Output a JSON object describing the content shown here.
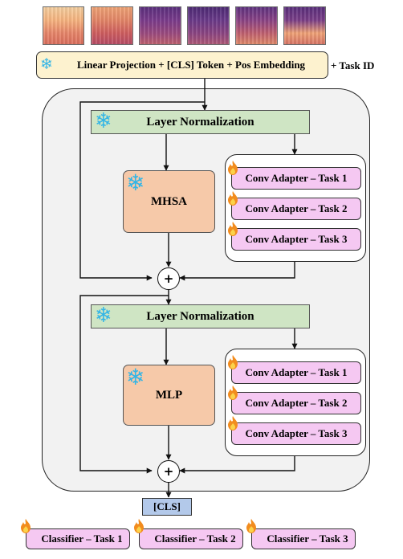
{
  "spectrograms": [
    {
      "colors": [
        "#f8b580",
        "#e8866a",
        "#f4cfa0",
        "#dc6f5e"
      ]
    },
    {
      "colors": [
        "#e58768",
        "#d05e60",
        "#f0a476",
        "#b84d67"
      ]
    },
    {
      "colors": [
        "#7a3b8c",
        "#9b4a80",
        "#5b2f7e",
        "#c06270"
      ]
    },
    {
      "colors": [
        "#6a3a8a",
        "#8c4583",
        "#4e2b75",
        "#b05a78"
      ]
    },
    {
      "colors": [
        "#8a4386",
        "#c06070",
        "#5f3280",
        "#e08a6a"
      ]
    },
    {
      "colors": [
        "#7a3e88",
        "#f0a276",
        "#5a2f7c",
        "#d87566"
      ]
    }
  ],
  "projection": {
    "label": "Linear Projection + [CLS] Token + Pos Embedding"
  },
  "task_id": {
    "label": "+ Task ID"
  },
  "layer_norm_1": {
    "label": "Layer Normalization"
  },
  "layer_norm_2": {
    "label": "Layer Normalization"
  },
  "mhsa": {
    "label": "MHSA"
  },
  "mlp": {
    "label": "MLP"
  },
  "adapters_1": [
    "Conv Adapter – Task 1",
    "Conv Adapter – Task 2",
    "Conv Adapter – Task 3"
  ],
  "adapters_2": [
    "Conv Adapter – Task 1",
    "Conv Adapter – Task 2",
    "Conv Adapter – Task 3"
  ],
  "plus_sign": "+",
  "cls_token": {
    "label": "[CLS]"
  },
  "classifiers": [
    "Classifier – Task 1",
    "Classifier – Task 2",
    "Classifier – Task 3"
  ],
  "snowflake_glyph": "❄",
  "colors": {
    "projection_fill": "#fdf2cf",
    "layer_norm_fill": "#cfe5c4",
    "frozen_fill": "#f6c9a9",
    "adapter_fill": "#f5c8f2",
    "cls_fill": "#b3c9ea",
    "encoder_fill": "#f2f2f2",
    "snowflake": "#33b5e6",
    "fire": "#f28c1e"
  }
}
